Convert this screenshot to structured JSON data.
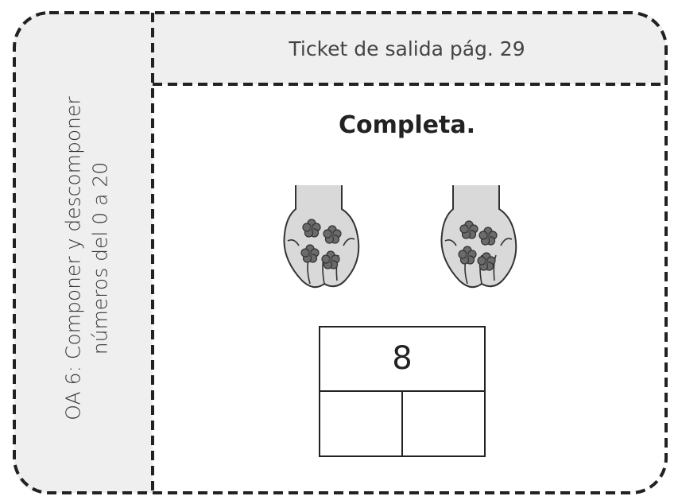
{
  "sidebar": {
    "objective_line1": "OA 6: Componer y descomponer",
    "objective_line2": "números del 0 a 20"
  },
  "header": {
    "title": "Ticket de salida pág. 29"
  },
  "exercise": {
    "instruction": "Completa.",
    "left_hand_flowers": 4,
    "right_hand_flowers": 4,
    "number_bond": {
      "whole": "8",
      "part_left": "",
      "part_right": ""
    }
  }
}
